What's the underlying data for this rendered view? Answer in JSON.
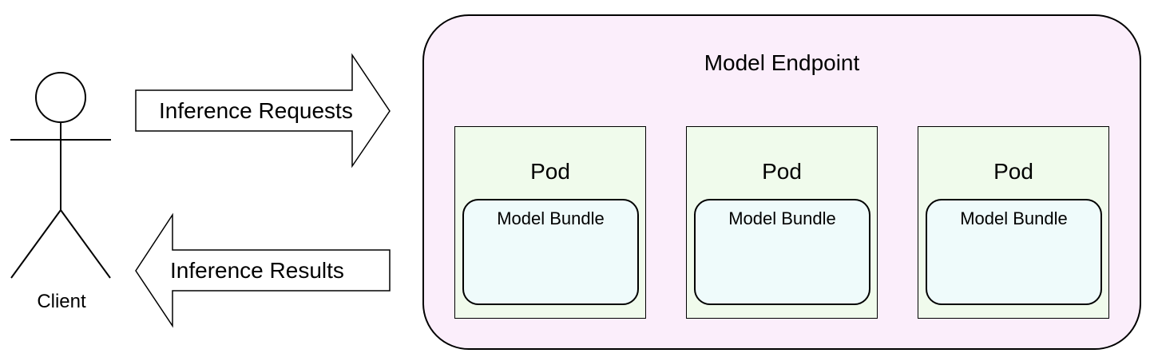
{
  "colors": {
    "endpoint_fill": "#fbeefb",
    "pod_fill": "#f0fbec",
    "bundle_fill": "#effbfb",
    "stroke": "#000000"
  },
  "actor": {
    "label": "Client",
    "icon": "stick-figure-icon"
  },
  "arrows": {
    "requests": {
      "label": "Inference Requests",
      "direction": "right"
    },
    "results": {
      "label": "Inference Results",
      "direction": "left"
    }
  },
  "endpoint": {
    "title": "Model Endpoint",
    "pods": [
      {
        "title": "Pod",
        "bundle": "Model Bundle"
      },
      {
        "title": "Pod",
        "bundle": "Model Bundle"
      },
      {
        "title": "Pod",
        "bundle": "Model Bundle"
      }
    ]
  }
}
